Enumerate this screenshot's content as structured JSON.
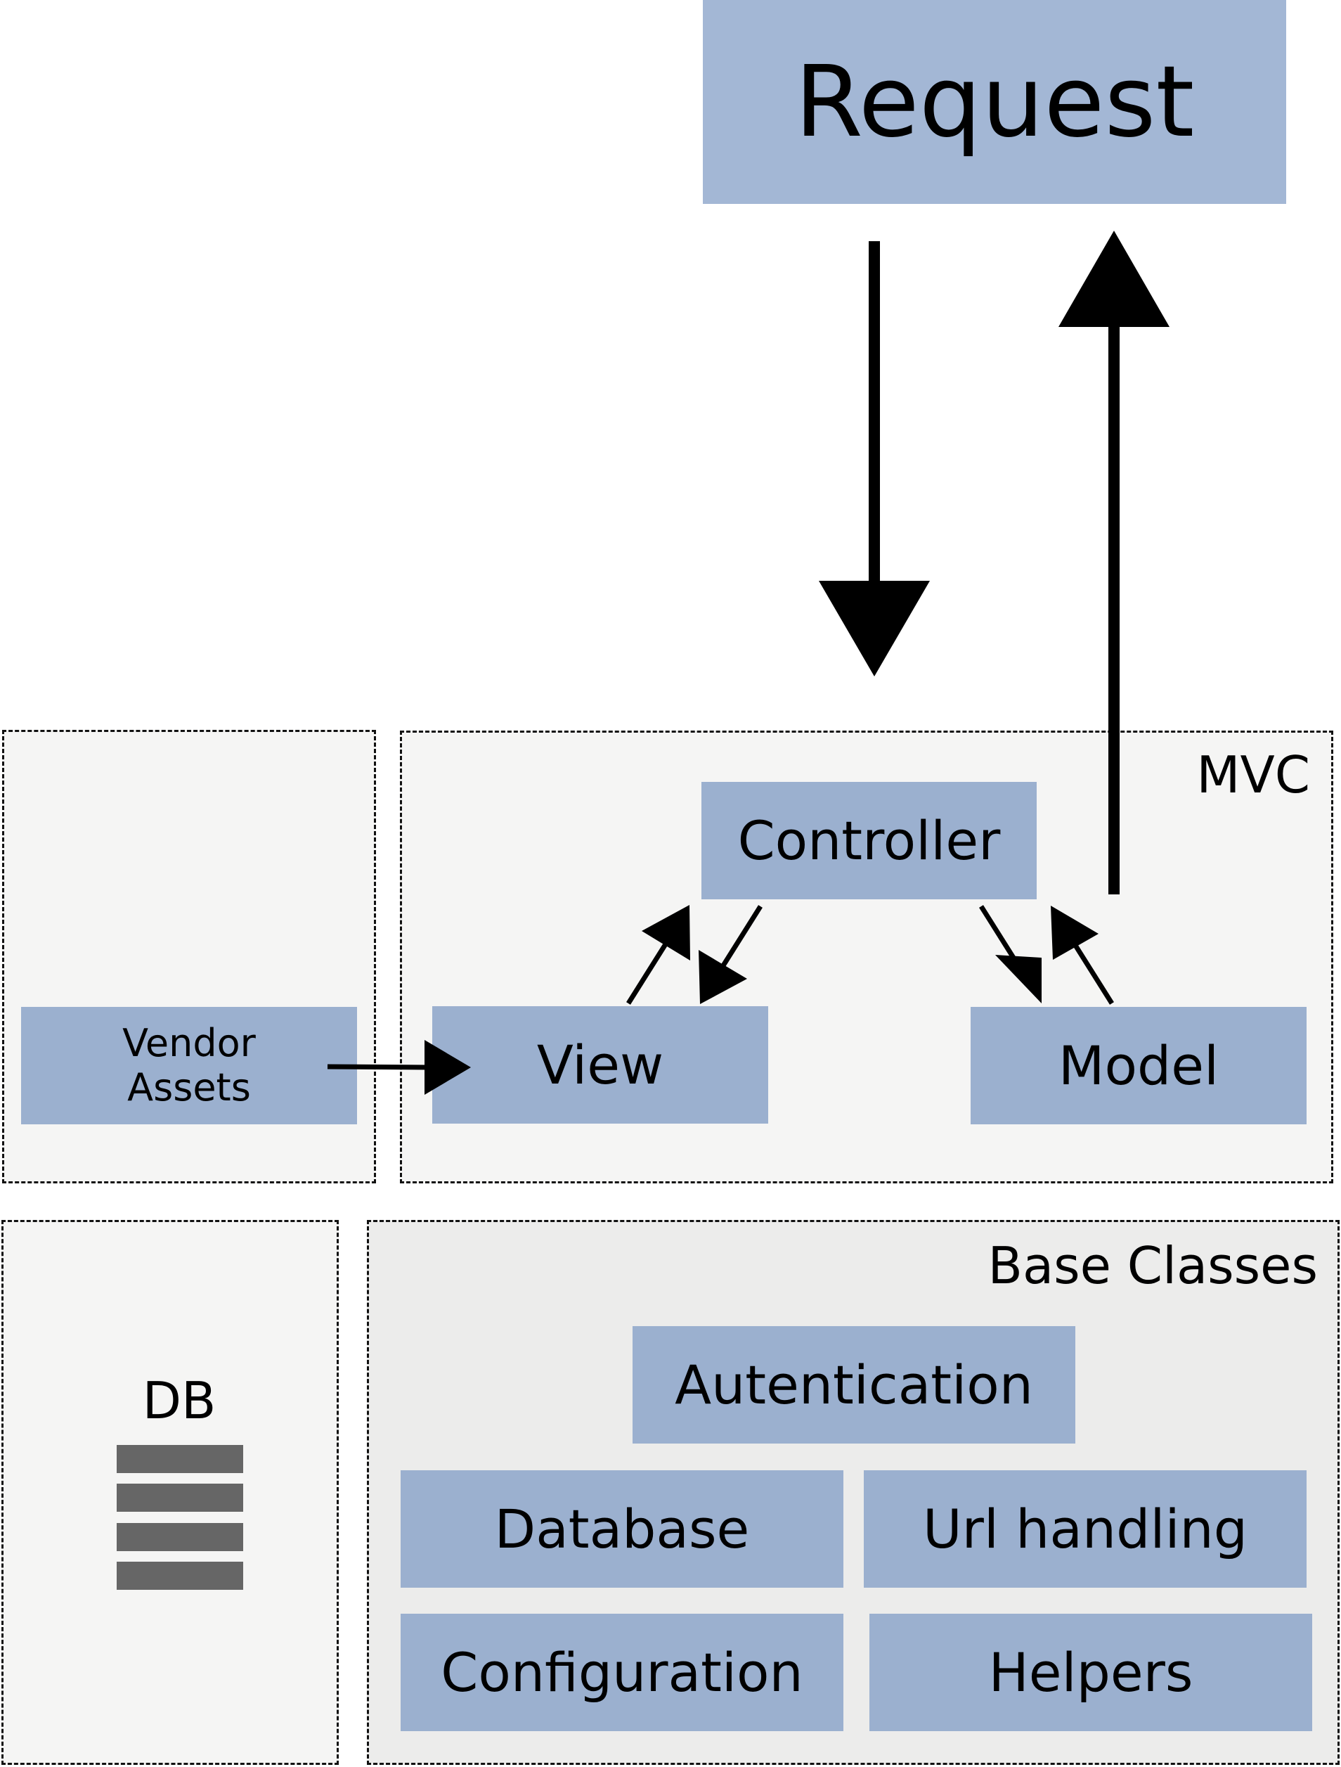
{
  "request": {
    "label": "Request"
  },
  "regions": {
    "mvc": {
      "label": "MVC"
    },
    "base_classes": {
      "label": "Base Classes"
    },
    "vendor": {
      "label": ""
    },
    "db": {
      "label": "DB"
    }
  },
  "nodes": {
    "controller": "Controller",
    "view": "View",
    "model": "Model",
    "vendor_assets": "Vendor\nAssets",
    "autentication": "Autentication",
    "database": "Database",
    "url_handling": "Url handling",
    "configuration": "Configuration",
    "helpers": "Helpers"
  },
  "colors": {
    "box_fill": "#9bb0cf",
    "request_fill": "#a3b7d5",
    "region_light": "#f5f5f4",
    "region_mid": "#ececeb",
    "db_bars": "#666666",
    "arrow": "#000000"
  },
  "edges": [
    {
      "from": "request",
      "to": "controller"
    },
    {
      "from": "model",
      "to": "request"
    },
    {
      "from": "view",
      "to": "controller"
    },
    {
      "from": "controller",
      "to": "view"
    },
    {
      "from": "controller",
      "to": "model"
    },
    {
      "from": "model",
      "to": "controller"
    },
    {
      "from": "vendor_assets",
      "to": "view"
    }
  ]
}
